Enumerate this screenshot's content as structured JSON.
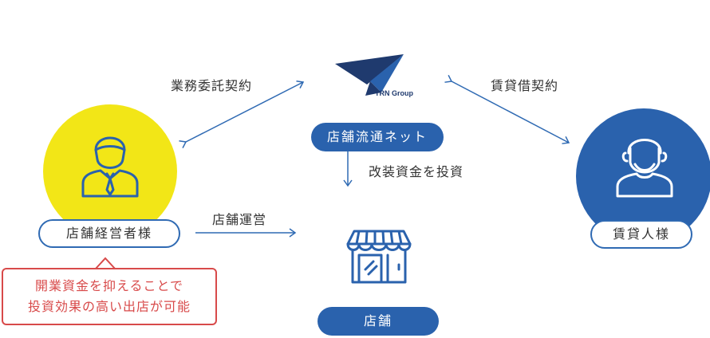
{
  "logo": {
    "wordmark": "TRN Group"
  },
  "hub_label": "店舗流通ネット",
  "edges": {
    "operator_contract": "業務委託契約",
    "tenant_contract": "賃貸借契約",
    "invest": "改装資金を投資",
    "operate": "店舗運営"
  },
  "nodes": {
    "operator": "店舗経営者様",
    "tenant": "賃貸人様",
    "store": "店舗"
  },
  "callout": {
    "line1": "開業資金を抑えることで",
    "line2": "投資効果の高い出店が可能"
  },
  "colors": {
    "blue": "#2a62ad",
    "navy": "#1f3a6e",
    "yellow": "#f2e617",
    "red": "#d84a4a"
  }
}
